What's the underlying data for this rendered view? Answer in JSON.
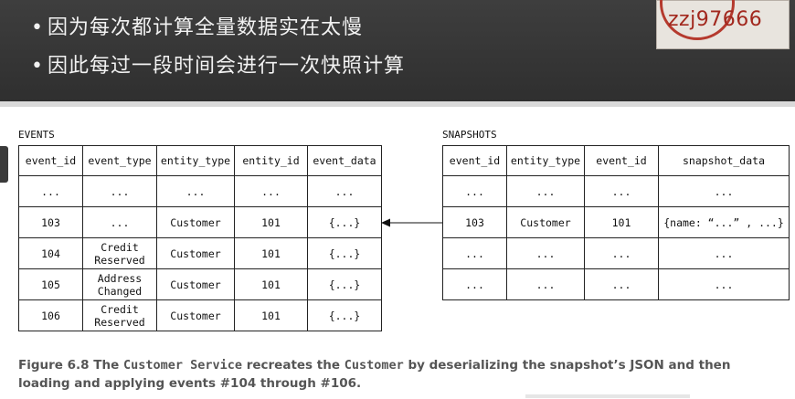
{
  "slide": {
    "bullets": [
      "因为每次都计算全量数据实在太慢",
      "因此每过一段时间会进行一次快照计算"
    ],
    "bullet_symbol": "•"
  },
  "watermark": {
    "text": "zzj97666"
  },
  "events": {
    "label": "EVENTS",
    "headers": [
      "event_id",
      "event_type",
      "entity_type",
      "entity_id",
      "event_data"
    ],
    "rows": [
      [
        "...",
        "...",
        "...",
        "...",
        "..."
      ],
      [
        "103",
        "...",
        "Customer",
        "101",
        "{...}"
      ],
      [
        "104",
        "Credit\nReserved",
        "Customer",
        "101",
        "{...}"
      ],
      [
        "105",
        "Address\nChanged",
        "Customer",
        "101",
        "{...}"
      ],
      [
        "106",
        "Credit\nReserved",
        "Customer",
        "101",
        "{...}"
      ]
    ]
  },
  "snapshots": {
    "label": "SNAPSHOTS",
    "headers": [
      "event_id",
      "entity_type",
      "event_id",
      "snapshot_data"
    ],
    "rows": [
      [
        "...",
        "...",
        "...",
        "..."
      ],
      [
        "103",
        "Customer",
        "101",
        "{name: “...” , ...}"
      ],
      [
        "...",
        "...",
        "...",
        "..."
      ],
      [
        "...",
        "...",
        "...",
        "..."
      ]
    ]
  },
  "caption": {
    "figure": "Figure 6.8",
    "t1": "The",
    "m1": "Customer Service",
    "t2": "recreates the",
    "m2": "Customer",
    "t3": "by deserializing the snapshot’s JSON and then loading and applying events #104 through #106."
  }
}
